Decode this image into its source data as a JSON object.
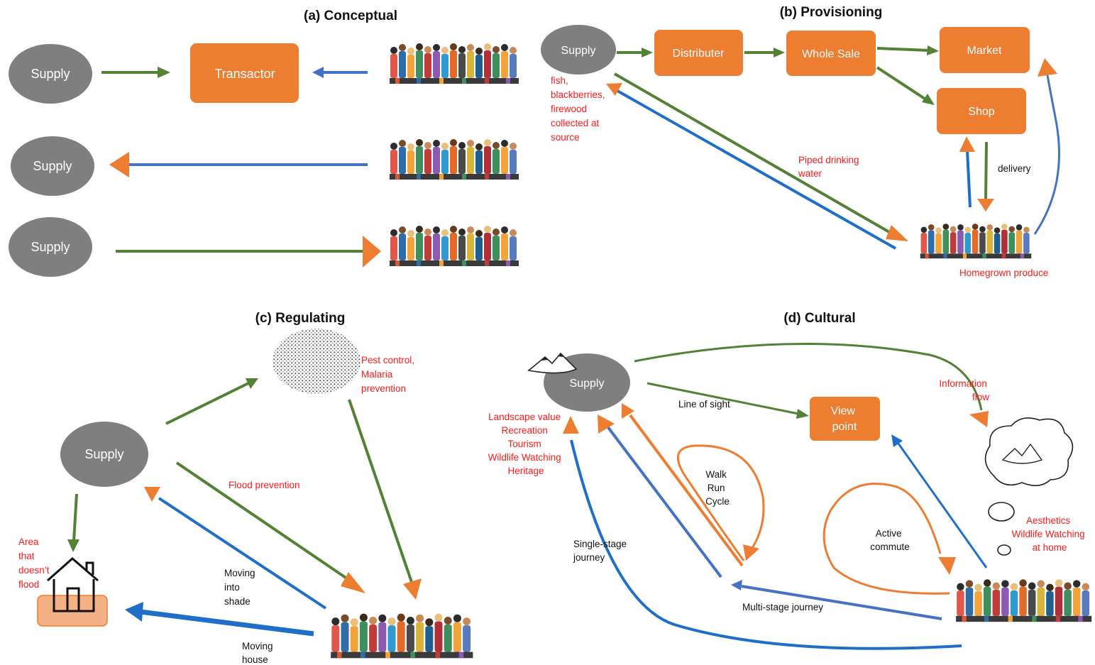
{
  "colors": {
    "green": "#538135",
    "blue": "#1f6fc9",
    "lightblue": "#4472c4",
    "orange": "#ed7d31",
    "gray": "#7f7f7f",
    "red_text": "#ff1a1a",
    "house_fill": "#f4b183"
  },
  "icons": [
    "people-crowd-icon",
    "house-icon",
    "mountain-icon",
    "thought-cloud-icon",
    "pest-cloud-icon"
  ],
  "panel_a": {
    "title": "(a)  Conceptual",
    "supply": "Supply",
    "transactor": "Transactor"
  },
  "panel_b": {
    "title": "(b) Provisioning",
    "supply": "Supply",
    "distributer": "Distributer",
    "wholesale": "Whole Sale",
    "market": "Market",
    "shop": "Shop",
    "source_note": [
      "fish,",
      "blackberries,",
      "firewood",
      "collected at",
      "source"
    ],
    "piped": [
      "Piped drinking",
      "water"
    ],
    "delivery": "delivery",
    "homegrown": "Homegrown produce"
  },
  "panel_c": {
    "title": "(c) Regulating",
    "supply": "Supply",
    "pest": [
      "Pest control,",
      "Malaria",
      "prevention"
    ],
    "flood": "Flood prevention",
    "area": [
      "Area",
      "that",
      "doesn’t",
      "flood"
    ],
    "shade": [
      "Moving",
      "into",
      "shade"
    ],
    "house": [
      "Moving",
      "house"
    ]
  },
  "panel_d": {
    "title": "(d) Cultural",
    "supply": "Supply",
    "values": [
      "Landscape value",
      "Recreation",
      "Tourism",
      "Wildlife Watching",
      "Heritage"
    ],
    "line_of_sight": "Line of sight",
    "viewpoint": [
      "View",
      "point"
    ],
    "info": [
      "Information",
      "flow"
    ],
    "walk": [
      "Walk",
      "Run",
      "Cycle"
    ],
    "active": [
      "Active",
      "commute"
    ],
    "aesthetics": [
      "Aesthetics",
      "Wildlife Watching",
      "at home"
    ],
    "single": [
      "Single-stage",
      "journey"
    ],
    "multi": "Multi-stage journey"
  }
}
